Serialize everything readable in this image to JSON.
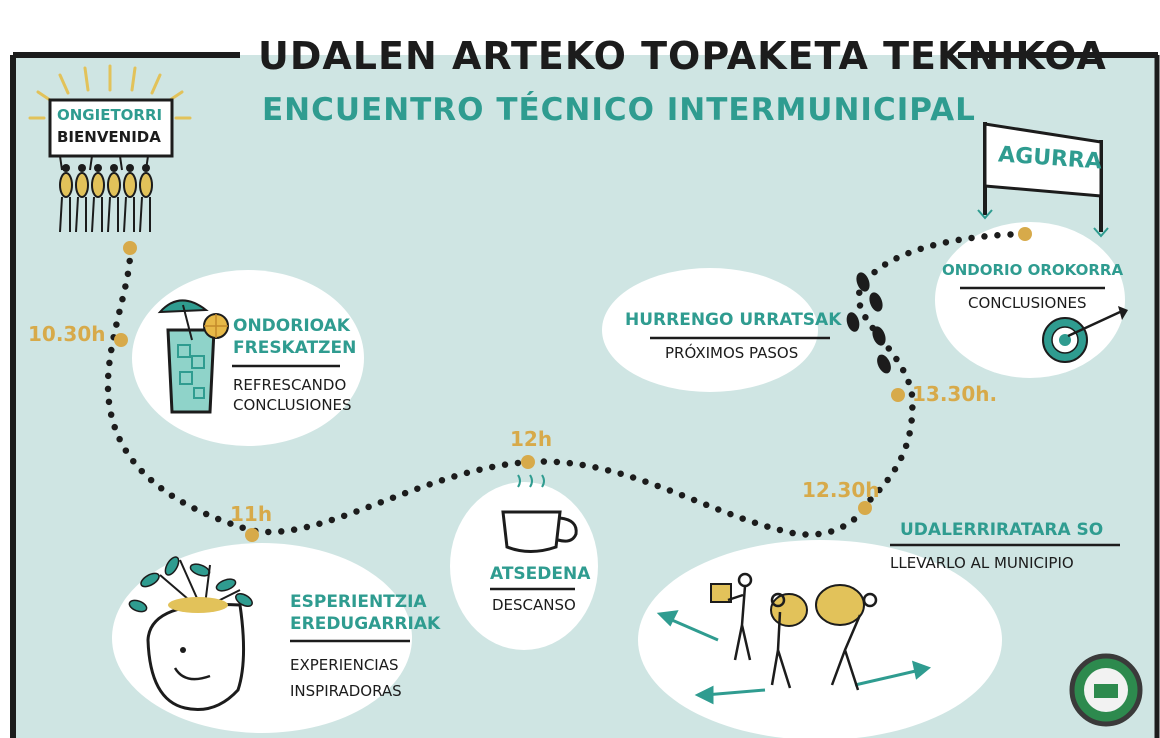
{
  "title": "UDALEN ARTEKO TOPAKETA TEKNIKOA",
  "subtitle": "ENCUENTRO TÉCNICO INTERMUNICIPAL",
  "welcome_sign": {
    "line1": "ONGIETORRI",
    "line2": "BIENVENIDA"
  },
  "finish_banner": "AGURRA",
  "times": [
    "10.30h",
    "11h",
    "12h",
    "12.30h",
    "13.30h."
  ],
  "stops": {
    "refresh": {
      "eu": [
        "ONDORIOAK",
        "FRESKATZEN"
      ],
      "es": [
        "REFRESCANDO",
        "CONCLUSIONES"
      ]
    },
    "experiences": {
      "eu": [
        "ESPERIENTZIA",
        "EREDUGARRIAK"
      ],
      "es": [
        "EXPERIENCIAS",
        "INSPIRADORAS"
      ]
    },
    "break": {
      "eu": "ATSEDENA",
      "es": "DESCANSO"
    },
    "municipality": {
      "eu": "UDALERRIRATARA SO",
      "es": "LLEVARLO al MUNICIPIO"
    },
    "next_steps": {
      "eu": "HURRENGO URRATSAK",
      "es": "PRÓXIMOS PASOS"
    },
    "conclusions": {
      "eu": "ONDORIO OROKORRA",
      "es": "CONCLUSIONES"
    }
  },
  "colors": {
    "background": "#cfe5e3",
    "teal": "#2f9c90",
    "gold": "#d7aa4a",
    "ink": "#1c1c1c",
    "cloud": "#ffffff"
  },
  "icons": [
    "lemonade-glass-icon",
    "coffee-cup-icon",
    "plant-head-icon",
    "target-arrow-icon",
    "footprints-icon",
    "people-carrying-sacks-icon",
    "logo-icon"
  ]
}
